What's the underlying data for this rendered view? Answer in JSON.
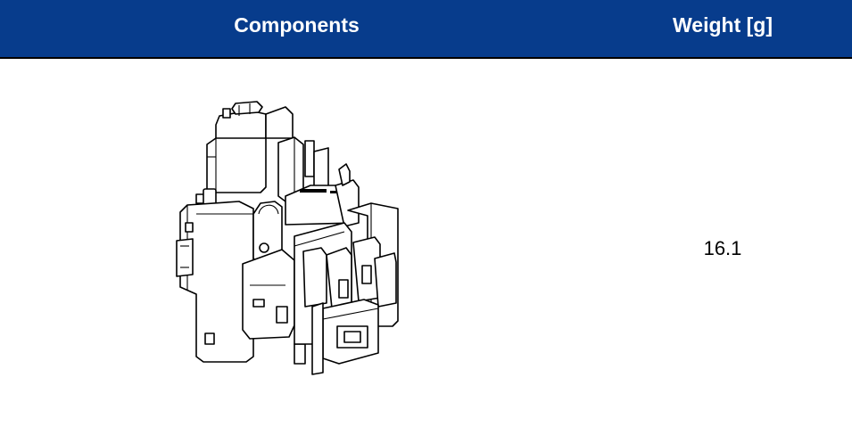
{
  "table": {
    "header": {
      "components_label": "Components",
      "weight_label": "Weight [g]",
      "background": "#073c8c",
      "text_color": "#ffffff"
    },
    "rows": [
      {
        "component_icon": "relay-housing-drawing",
        "weight": "16.1"
      }
    ]
  }
}
